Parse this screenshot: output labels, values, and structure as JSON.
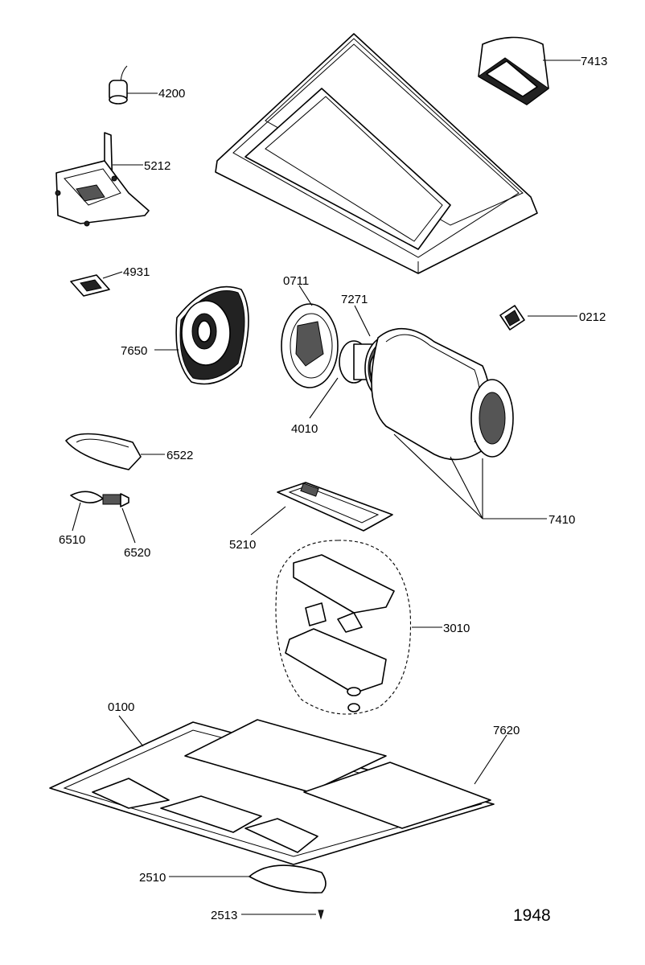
{
  "labels": {
    "hood": "7413",
    "lamp": "4200",
    "switch_bracket": "5212",
    "switch_small": "4931",
    "motor_mount": "0711",
    "blower_wheel": "7271",
    "connector": "0212",
    "grease_filter_round": "7650",
    "motor": "4010",
    "lens_cover": "6522",
    "bulb": "6510",
    "socket": "6520",
    "control_board": "5210",
    "blower_assembly": "7410",
    "control_assembly": "3010",
    "bottom_panel": "0100",
    "filter": "7620",
    "light_lens": "2510",
    "screw": "2513"
  },
  "diagram_id": "1948"
}
